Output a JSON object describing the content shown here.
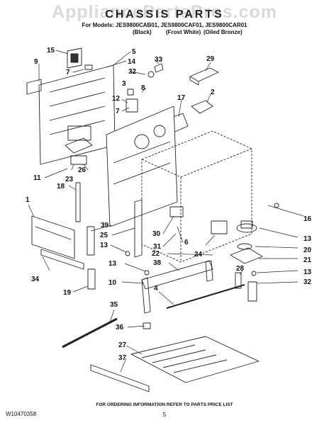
{
  "header": {
    "watermark": "AppliancePartsPros.com",
    "title": "CHASSIS PARTS",
    "models_line": "For Models: JES9800CAB01, JES9800CAF01, JES9800CAR01",
    "variants": [
      "(Black)",
      "(Frost White)",
      "(Oiled Bronze)"
    ]
  },
  "callouts": {
    "c15": "15",
    "c5": "5",
    "c9": "9",
    "c14": "14",
    "c7a": "7",
    "c33": "33",
    "c29": "29",
    "c32a": "32",
    "c3": "3",
    "c12": "12",
    "c8": "8",
    "c7b": "7",
    "c2": "2",
    "c17": "17",
    "c11": "11",
    "c23": "23",
    "c26": "26",
    "c18": "18",
    "c1": "1",
    "c39": "39",
    "c25": "25",
    "c30": "30",
    "c6": "6",
    "c13a": "13",
    "c16": "16",
    "c13b": "13",
    "c31": "31",
    "c20": "20",
    "c22": "22",
    "c24": "24",
    "c21": "21",
    "c34": "34",
    "c13c": "13",
    "c38": "38",
    "c28": "28",
    "c13d": "13",
    "c10": "10",
    "c32b": "32",
    "c19": "19",
    "c35": "35",
    "c36": "36",
    "c27": "27",
    "c37": "37",
    "c4": "4"
  },
  "footer": {
    "doc_number": "W10470358",
    "instruction": "FOR ORDERING INFORMATION REFER TO PARTS PRICE LIST",
    "page_number": "5"
  }
}
